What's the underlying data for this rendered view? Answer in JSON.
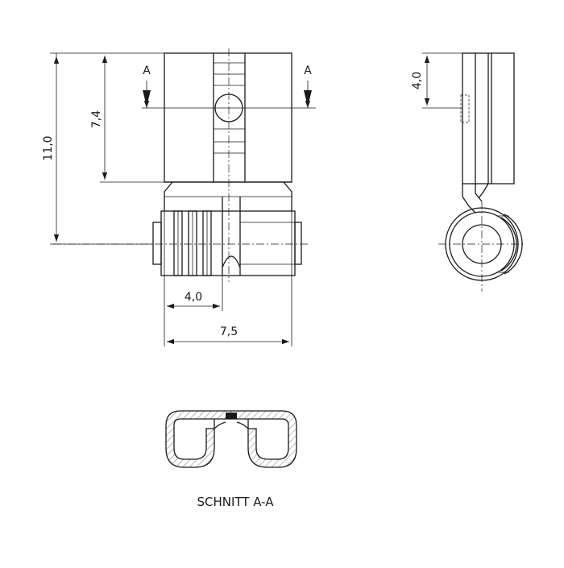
{
  "labels": {
    "section_marker": "A",
    "section_title": "SCHNITT A-A"
  },
  "dimensions": {
    "total_height": "11,0",
    "upper_height": "7,4",
    "grip_width": "4,0",
    "total_width": "7,5",
    "side_height": "4,0"
  },
  "colors": {
    "line": "#1a1a1a",
    "background": "#ffffff"
  }
}
